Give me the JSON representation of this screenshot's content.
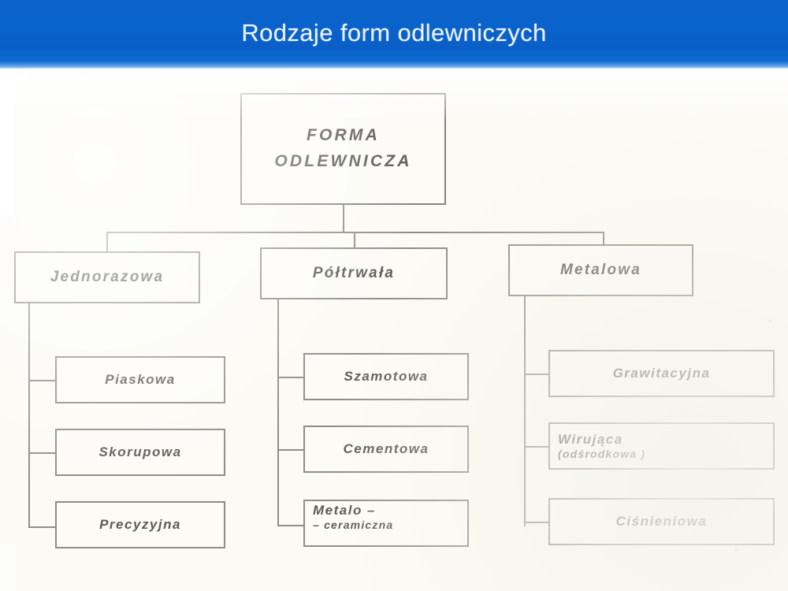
{
  "header": {
    "title": "Rodzaje form odlewniczych",
    "background_color": "#0a62cc",
    "text_color": "#eaf2fc"
  },
  "sheet": {
    "background_color": "#fbfaf4",
    "ink_color": "#8f8d86"
  },
  "diagram": {
    "type": "tree",
    "root": {
      "line1": "FORMA",
      "line2": "ODLEWNICZA"
    },
    "branches": [
      {
        "label": "Jednorazowa",
        "children": [
          {
            "line1": "Piaskowa",
            "line2": ""
          },
          {
            "line1": "Skorupowa",
            "line2": ""
          },
          {
            "line1": "Precyzyjna",
            "line2": ""
          }
        ]
      },
      {
        "label": "Półtrwała",
        "children": [
          {
            "line1": "Szamotowa",
            "line2": ""
          },
          {
            "line1": "Cementowa",
            "line2": ""
          },
          {
            "line1": "Metalo –",
            "line2": "– ceramiczna"
          }
        ]
      },
      {
        "label": "Metalowa",
        "children": [
          {
            "line1": "Grawitacyjna",
            "line2": ""
          },
          {
            "line1": "Wirująca",
            "line2": "(odśrodkowa )"
          },
          {
            "line1": "Ciśnieniowa",
            "line2": ""
          }
        ]
      }
    ]
  }
}
